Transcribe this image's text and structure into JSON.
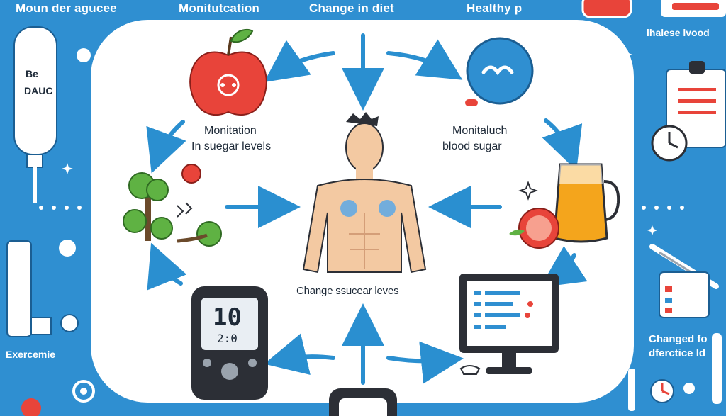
{
  "header": {
    "labels": [
      "Moun der agucee",
      "Monitutcation",
      "Change in diet",
      "Healthy p"
    ]
  },
  "right_side": {
    "label_top": "lhalese lvood",
    "label_bottom": [
      "Changed fo",
      "dferctice ld"
    ]
  },
  "left_side": {
    "meter_text": [
      "Be",
      "DAUC"
    ],
    "exercise_label": "Exercemie"
  },
  "center": {
    "text_upper_left": [
      "Monitation",
      "In suegar levels"
    ],
    "text_upper_right": [
      "Monitaluch",
      "blood sugar"
    ],
    "text_bottom": "Change ssucear leves",
    "glucometer_reading": [
      "10",
      "2:0"
    ]
  },
  "colors": {
    "background": "#2f8fd1",
    "panel": "#ffffff",
    "arrow": "#2a8fd0",
    "apple": "#e8443a",
    "juice": "#f4a51c",
    "device": "#2c2f36"
  }
}
